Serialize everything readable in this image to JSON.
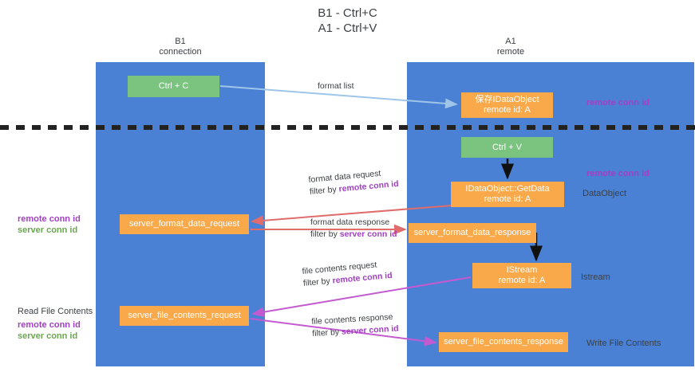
{
  "title": {
    "line1": "B1 - Ctrl+C",
    "line2": "A1 - Ctrl+V"
  },
  "columns": [
    {
      "name": "B1",
      "sub": "connection"
    },
    {
      "name": "A1",
      "sub": "remote"
    }
  ],
  "nodes": {
    "ctrl_c": {
      "label": "Ctrl + C",
      "color": "#7bc47f"
    },
    "idataobject": {
      "label": "保存IDataObject",
      "sub": "remote id: A",
      "color": "#f9a949"
    },
    "ctrl_v": {
      "label": "Ctrl + V",
      "color": "#7bc47f"
    },
    "getdata": {
      "label": "IDataObject::GetData",
      "sub": "remote id: A",
      "color": "#f9a949"
    },
    "server_format_data_request": {
      "label": "server_format_data_request",
      "color": "#f9a949"
    },
    "server_format_data_response": {
      "label": "server_format_data_response",
      "color": "#f9a949"
    },
    "istream": {
      "label": "IStream",
      "sub": "remote id: A",
      "color": "#f9a949"
    },
    "server_file_contents_request": {
      "label": "server_file_contents_request",
      "color": "#f9a949"
    },
    "server_file_contents_response": {
      "label": "server_file_contents_response",
      "color": "#f9a949"
    }
  },
  "annotations": {
    "format_list": "format list",
    "format_data_request": {
      "line1": "format data request",
      "filter_prefix": "filter by ",
      "filter_key": "remote conn id"
    },
    "format_data_response": {
      "line1": "format data response",
      "filter_prefix": "filter by ",
      "filter_key": "server conn id"
    },
    "file_contents_request": {
      "line1": "file contents request",
      "filter_prefix": "filter by ",
      "filter_key": "remote conn id"
    },
    "file_contents_response": {
      "line1": "file contents response",
      "filter_prefix": "filter by ",
      "filter_key": "server conn id"
    }
  },
  "side_labels": {
    "remote_conn_id_top": "remote conn id",
    "remote_conn_id_mid": "remote conn id",
    "data_object": "DataObject",
    "istream": "Istream",
    "write_file_contents": "Write File Contents",
    "read_file_contents": "Read File Contents",
    "left_remote_conn_id": "remote conn id",
    "left_server_conn_id": "server conn id",
    "left_remote_conn_id_2": "remote conn id",
    "left_server_conn_id_2": "server conn id"
  },
  "colors": {
    "lane": "#4a81d4",
    "node_green": "#7bc47f",
    "node_orange": "#f9a949",
    "key_purple": "#a23fc4",
    "key_green": "#6aa84f",
    "arrow_blue": "#9fc5e8",
    "arrow_red": "#e06c6c",
    "arrow_magenta": "#c councils",
    "arrow_black": "#111111",
    "divider": "#222222"
  }
}
